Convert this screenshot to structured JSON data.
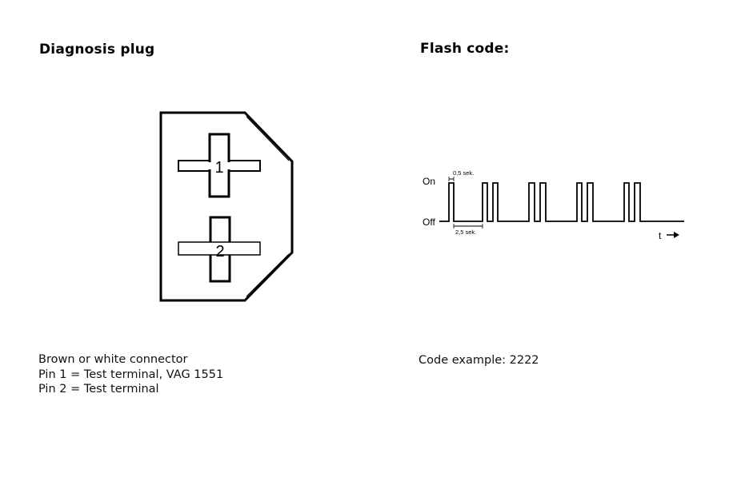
{
  "diagnosis": {
    "title": "Diagnosis plug",
    "pin1_label": "1",
    "pin2_label": "2",
    "lines": [
      "Brown or white connector",
      "Pin 1 = Test terminal, VAG 1551",
      "Pin 2 = Test terminal"
    ]
  },
  "flash": {
    "title": "Flash code:",
    "on_label": "On",
    "off_label": "Off",
    "pulse_label": "0,5 sek.",
    "pause_label": "2,5 sek.",
    "time_label": "t",
    "code_example": "Code example: 2222",
    "code_digits": [
      2,
      2,
      2,
      2
    ]
  }
}
